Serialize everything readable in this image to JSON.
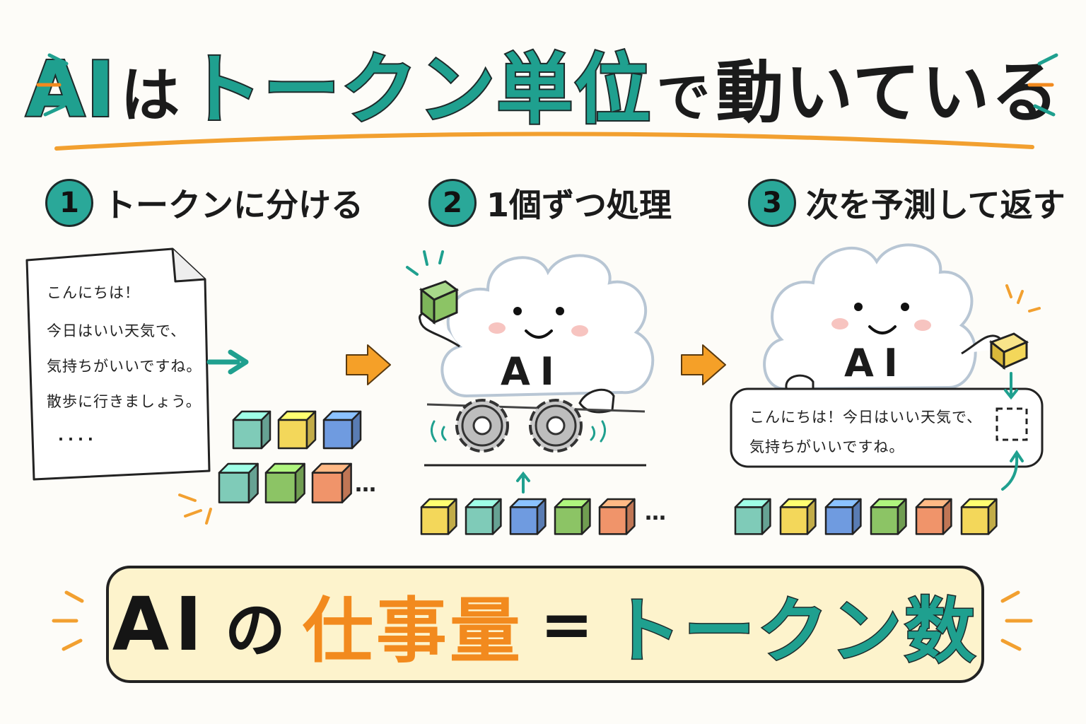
{
  "title": {
    "part1": "AI",
    "part2": "は",
    "part3": "トークン単位",
    "part4": "で",
    "part5": "動いている"
  },
  "steps": [
    {
      "num": "1",
      "label": "トークンに分ける"
    },
    {
      "num": "2",
      "label": "1個ずつ処理"
    },
    {
      "num": "3",
      "label": "次を予測して返す"
    }
  ],
  "document": {
    "lines": [
      "こんにちは！",
      "今日はいい天気で、",
      "気持ちがいいですね。",
      "散歩に行きましょう。",
      "...."
    ]
  },
  "ellipsis": "…",
  "ai_label": "AI",
  "sentence": {
    "line1": "こんにちは！今日はいい天気で、",
    "line2": "気持ちがいいですね。"
  },
  "bottom": {
    "part1": "AI",
    "part2": "の",
    "part3": "仕事量",
    "part4": "=",
    "part5": "トークン数"
  },
  "colors": {
    "teal": "#1fa08f",
    "orange": "#f28a1e",
    "yellow_bg": "#fdf3cc",
    "cube_teal": "#7fcbb8",
    "cube_yellow": "#f3d75a",
    "cube_blue": "#6f9be0",
    "cube_green": "#8cc465",
    "cube_orange": "#f0946a"
  }
}
